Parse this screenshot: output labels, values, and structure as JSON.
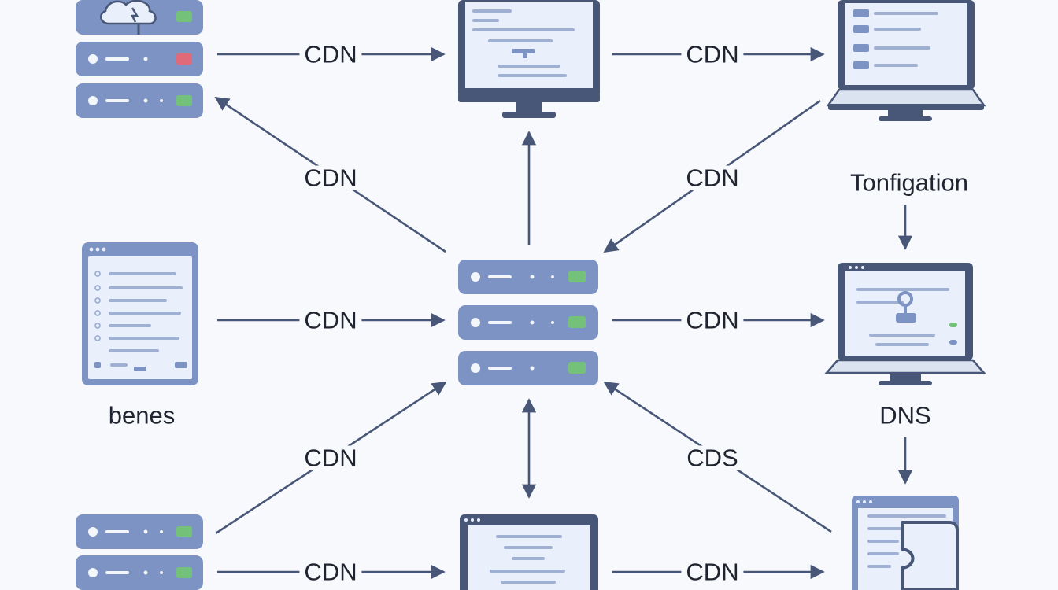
{
  "diagram": {
    "labels": {
      "top_left_to_top_center": "CDN",
      "top_center_to_top_right": "CDN",
      "hub_to_top_left": "CDN",
      "hub_to_top_right": "CDN",
      "top_right_note": "Tonfigation",
      "middle_left_to_hub": "CDN",
      "hub_to_middle_right": "CDN",
      "middle_left_caption": "benes",
      "middle_right_caption": "DNS",
      "hub_to_bottom_left": "CDN",
      "hub_to_bottom_right": "CDS",
      "bottom_left_to_bottom_center": "CDN",
      "bottom_center_to_bottom_right": "CDN"
    }
  },
  "colors": {
    "device": "#7d93c4",
    "device_dark": "#485777",
    "screen": "#e9f0fb",
    "line": "#485777",
    "led_green": "#74c27a",
    "led_red": "#e16a7a",
    "text": "#1f2430"
  },
  "icons": {
    "top_left": "cloud-server-rack-icon",
    "top_center": "desktop-monitor-icon",
    "top_right": "laptop-icon",
    "middle_left": "tablet-document-icon",
    "hub": "server-stack-icon",
    "middle_right": "laptop-location-icon",
    "bottom_left": "server-rack-icon",
    "bottom_center": "desktop-monitor-icon",
    "bottom_right": "document-puzzle-icon"
  }
}
